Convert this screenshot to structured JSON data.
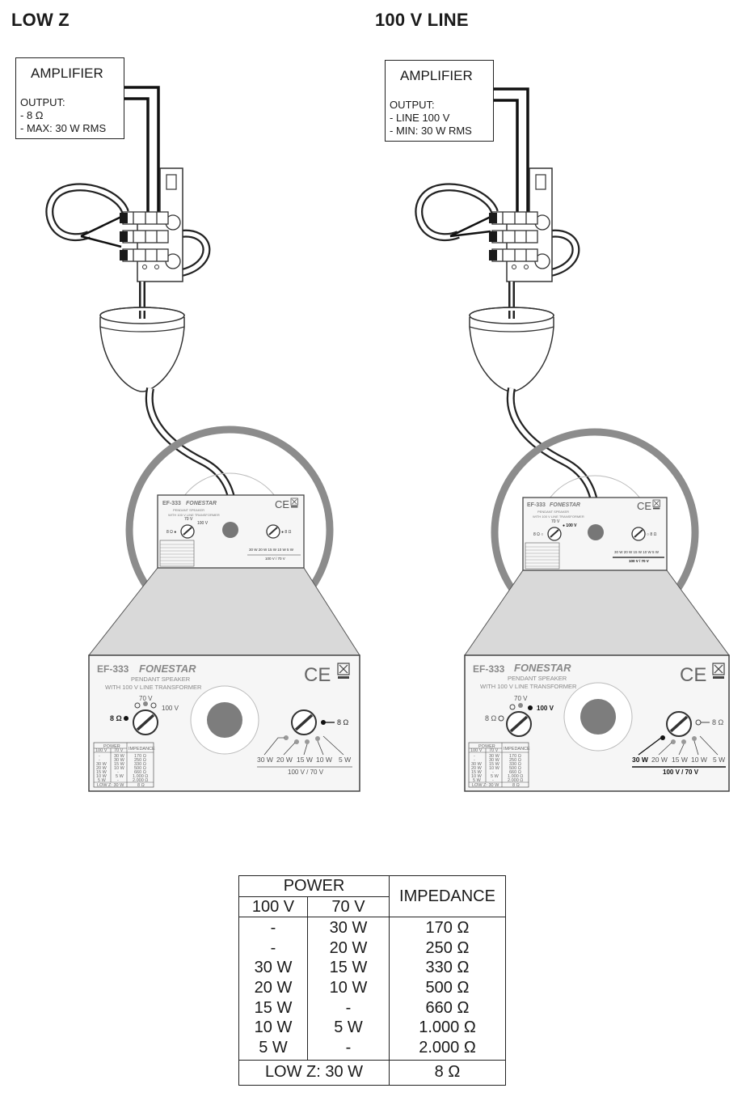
{
  "headings": {
    "left": "LOW Z",
    "right": "100 V LINE"
  },
  "amplifiers": {
    "left": {
      "name": "AMPLIFIER",
      "output": "OUTPUT:",
      "spec1": "- 8 Ω",
      "spec2": "- MAX: 30 W RMS"
    },
    "right": {
      "name": "AMPLIFIER",
      "output": "OUTPUT:",
      "spec1": "- LINE 100 V",
      "spec2": "- MIN: 30 W RMS"
    }
  },
  "panel": {
    "model": "EF-333",
    "brand": "FONESTAR",
    "desc1": "PENDANT SPEAKER",
    "desc2": "WITH 100 V LINE TRANSFORMER",
    "ce": "CE",
    "selector1": {
      "top": "70 V",
      "right": "100 V",
      "left": "8 Ω"
    },
    "selector2": {
      "right": "8 Ω",
      "taps": [
        "30 W",
        "20 W",
        "15 W",
        "10 W",
        "5 W"
      ],
      "line": "100 V / 70 V"
    },
    "mini_table": {
      "power": "POWER",
      "v100": "100 V",
      "v70": "70 V",
      "impedance": "IMPEDANCE",
      "col100": [
        "-",
        "-",
        "30 W",
        "20 W",
        "15 W",
        "10 W",
        "5 W"
      ],
      "col70": [
        "30 W",
        "30 W",
        "15 W",
        "10 W",
        "-",
        "5 W",
        "-"
      ],
      "colimp": [
        "170 Ω",
        "250 Ω",
        "330 Ω",
        "500 Ω",
        "660 Ω",
        "1.000 Ω",
        "2.000 Ω"
      ],
      "lowz": "LOW Z: 30 W",
      "lowz_imp": "8 Ω"
    },
    "small": {
      "selector1_top": "70 V",
      "selector1_left": "8 Ω",
      "selector1_right": "100 V",
      "selector2_right": "8 Ω"
    }
  },
  "table": {
    "power": "POWER",
    "v100": "100 V",
    "v70": "70 V",
    "impedance": "IMPEDANCE",
    "col100": [
      "-",
      "-",
      "30 W",
      "20 W",
      "15 W",
      "10 W",
      "5 W"
    ],
    "col70": [
      "30 W",
      "20 W",
      "15 W",
      "10 W",
      "-",
      "5 W",
      "-"
    ],
    "colimp": [
      "170 Ω",
      "250 Ω",
      "330 Ω",
      "500 Ω",
      "660 Ω",
      "1.000 Ω",
      "2.000 Ω"
    ],
    "lowz": "LOW Z: 30 W",
    "lowz_imp": "8 Ω"
  },
  "colors": {
    "ink": "#1a1a1a",
    "ring": "#8c8c8c",
    "panel_fill": "#f6f6f6",
    "trapezoid": "#d9d9d9",
    "speaker_hole": "#7d7d7d"
  }
}
